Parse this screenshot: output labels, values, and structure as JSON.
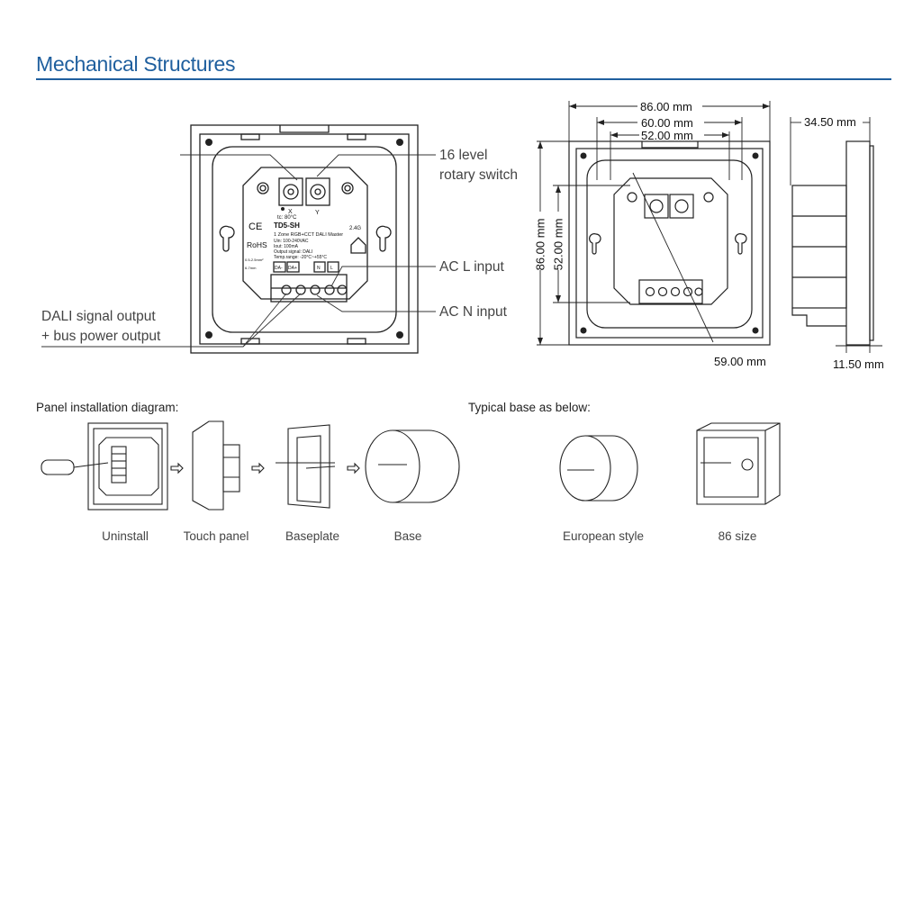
{
  "title": "Mechanical Structures",
  "callouts": {
    "rotary": [
      "16 level",
      "rotary switch"
    ],
    "ac_l": "AC L input",
    "ac_n": "AC N input",
    "dali": [
      "DALI signal output",
      "+ bus power output"
    ]
  },
  "device_label": {
    "model": "TD5-SH",
    "subtitle": "1 Zone RGB+CCT DALI Master",
    "specs": [
      "Uin: 100-240VAC",
      "Iout: 100mA",
      "Output signal: DALI",
      "Temp.range: -20°C~+55°C"
    ],
    "tc": "tc: 80°C",
    "band": "2.4G",
    "ce": "CE",
    "rohs": "RoHS",
    "wire": [
      "0.5-2.5mm²",
      "6-7mm"
    ],
    "switch_x": "X",
    "switch_y": "Y",
    "term_da_minus": "DA-",
    "term_da_plus": "DA+",
    "term_n": "N",
    "term_l": "L"
  },
  "dimensions": {
    "width_outer": "86.00 mm",
    "width_mid": "60.00 mm",
    "width_inner": "52.00 mm",
    "height_outer": "86.00 mm",
    "height_inner": "52.00 mm",
    "diagonal": "59.00 mm",
    "depth": "34.50 mm",
    "panel_thickness": "11.50 mm"
  },
  "installation": {
    "heading": "Panel installation diagram:",
    "steps": [
      "Uninstall",
      "Touch panel",
      "Baseplate",
      "Base"
    ]
  },
  "bases": {
    "heading": "Typical base as below:",
    "types": [
      "European style",
      "86 size"
    ]
  },
  "colors": {
    "accent": "#1f5f9e",
    "line": "#222222"
  }
}
